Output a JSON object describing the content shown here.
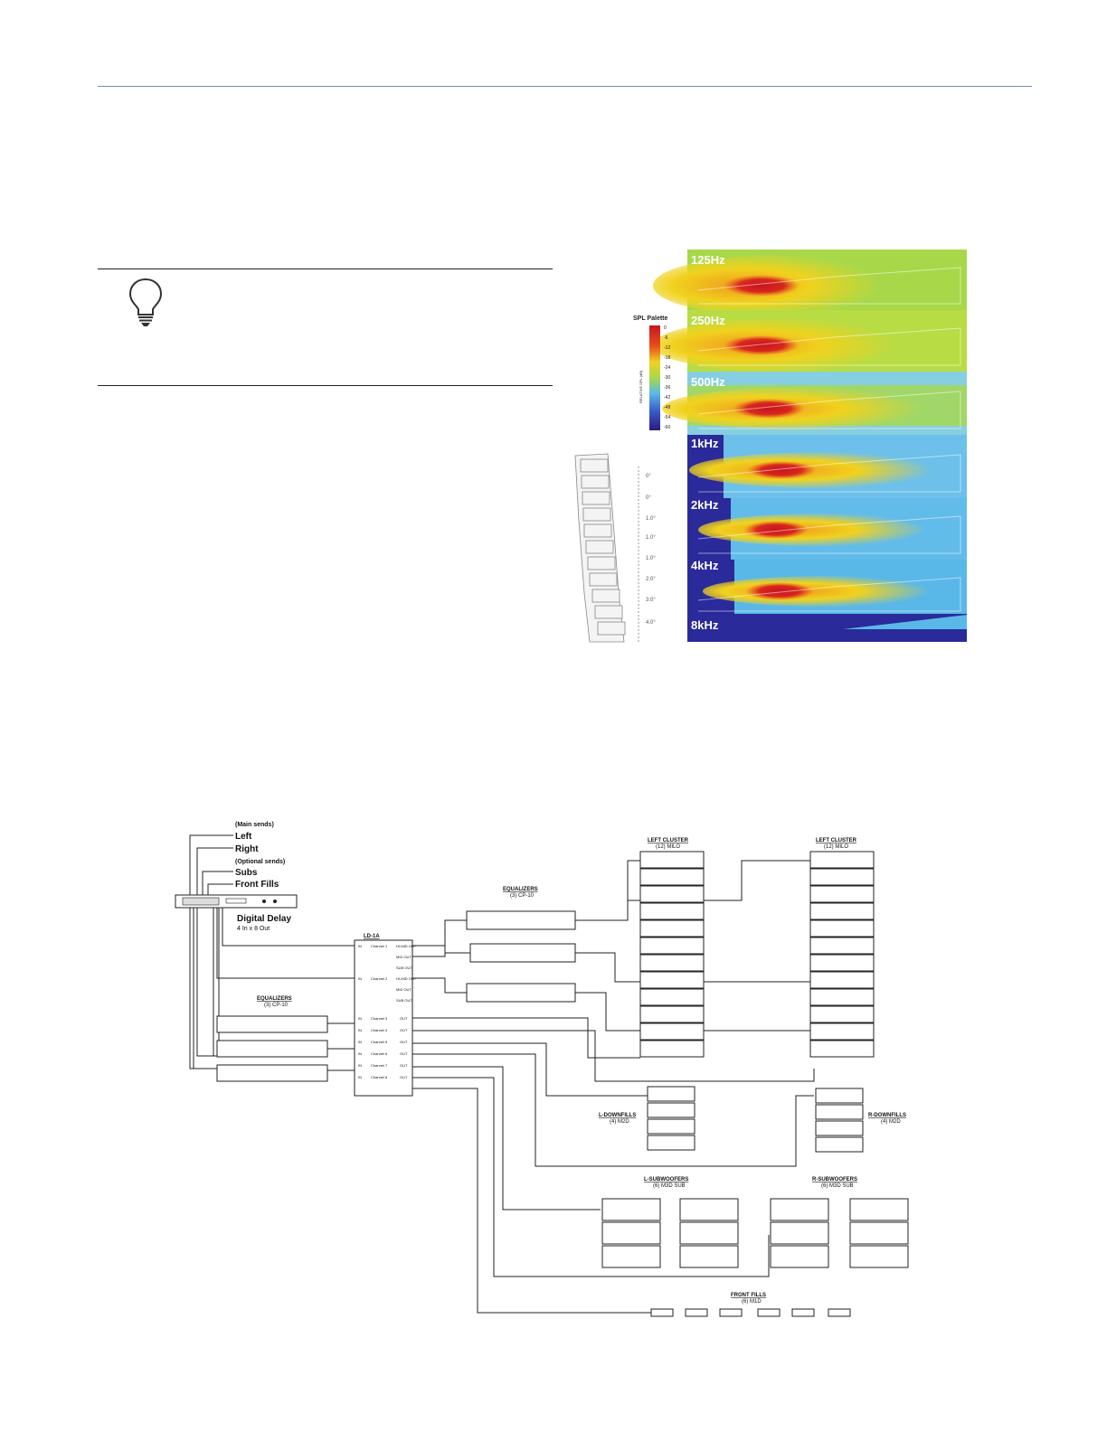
{
  "figure_heatmap": {
    "bands": [
      "125Hz",
      "250Hz",
      "500Hz",
      "1kHz",
      "2kHz",
      "4kHz",
      "8kHz"
    ],
    "palette_title": "SPL Palette",
    "palette_ticks": [
      "0",
      "-6",
      "-12",
      "-18",
      "-24",
      "-30",
      "-36",
      "-42",
      "-48",
      "-54",
      "-60"
    ],
    "palette_axis_label": "RELATIVE SPL (dB)",
    "array_angles": [
      "0°",
      "0°",
      "1.0°",
      "1.0°",
      "1.0°",
      "2.0°",
      "3.0°",
      "4.0°"
    ],
    "colors": {
      "hot": "#c8141e",
      "warm": "#f0d21e",
      "mid": "#a8d84a",
      "cool": "#5ab8e8",
      "cold": "#2a2a9a"
    }
  },
  "diagram": {
    "main_sends": "(Main sends)",
    "left": "Left",
    "right": "Right",
    "optional_sends": "(Optional sends)",
    "subs": "Subs",
    "front_fills": "Front  Fills",
    "delay_title": "Digital Delay",
    "delay_sub": "4 In x 8 Out",
    "eq_top_title": "EQUALIZERS",
    "eq_top_sub": "(3) CP-10",
    "eq_left_title": "EQUALIZERS",
    "eq_left_sub": "(3) CP-10",
    "lm_title": "LD-1A",
    "lm_in": "IN",
    "lm_channels": [
      "Channel 1",
      "Channel 2",
      "Channel 3",
      "Channel 4",
      "Channel 5",
      "Channel 6",
      "Channel 7",
      "Channel 8"
    ],
    "lm_outputs": [
      "HI-MID OUT",
      "MID OUT",
      "SUB OUT",
      "HI-MID OUT",
      "MID OUT",
      "SUB OUT"
    ],
    "lm_out": "OUT",
    "left_cluster_title": "LEFT CLUSTER",
    "left_cluster_sub": "(12) MILO",
    "right_cluster_title": "LEFT CLUSTER",
    "right_cluster_sub": "(12) MILO",
    "l_downfills_title": "L-DOWNFILLS",
    "l_downfills_sub": "(4) M2D",
    "r_downfills_title": "R-DOWNFILLS",
    "r_downfills_sub": "(4) M2D",
    "l_subs_title": "L-SUBWOOFERS",
    "l_subs_sub": "(6) M3D SUB",
    "r_subs_title": "R-SUBWOOFERS",
    "r_subs_sub": "(6) M3D SUB",
    "front_fills_title": "FRONT FILLS",
    "front_fills_sub": "(6) M1D"
  }
}
